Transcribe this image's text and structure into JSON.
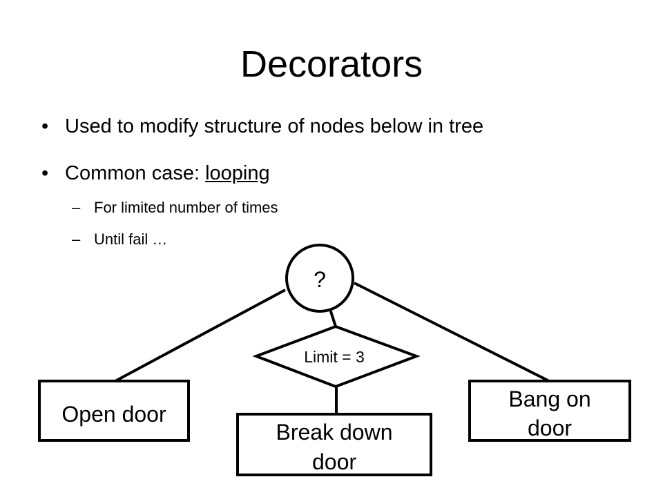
{
  "title": "Decorators",
  "bullets": [
    {
      "pre": "Used to modify structure of nodes below in tree",
      "emph": "",
      "subitems": []
    },
    {
      "pre": "Common case: ",
      "emph": "looping",
      "subitems": [
        "For limited number of times",
        "Until fail …"
      ]
    }
  ],
  "diagram": {
    "root_label": "?",
    "decorator_label": "Limit = 3",
    "children": {
      "left": [
        "Open door"
      ],
      "middle": [
        "Break down",
        "door"
      ],
      "right": [
        "Bang on",
        "door"
      ]
    }
  }
}
